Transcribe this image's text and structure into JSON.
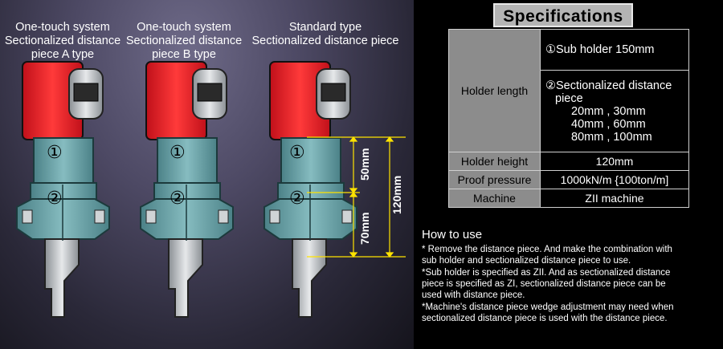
{
  "tools": [
    {
      "caption_lines": [
        "One-touch system",
        "Sectionalized distance",
        "piece A type"
      ]
    },
    {
      "caption_lines": [
        "One-touch system",
        "Sectionalized distance",
        "piece B type"
      ]
    },
    {
      "caption_lines": [
        "Standard type",
        "Sectionalized distance piece"
      ]
    }
  ],
  "labels": {
    "part1": "①",
    "part2": "②",
    "dim_50": "50mm",
    "dim_70": "70mm",
    "dim_120": "120mm"
  },
  "colors": {
    "holder_red": "#e8202a",
    "body_teal": "#6aa3a8",
    "dimension_yellow": "#ffe300"
  },
  "specifications": {
    "title": "Specifications",
    "holder_length_label": "Holder length",
    "holder_length_value1": "①Sub holder 150mm",
    "holder_length_value2_line1": "②Sectionalized distance",
    "holder_length_value2_line2": "piece",
    "holder_length_value2_line3": "20mm , 30mm",
    "holder_length_value2_line4": "40mm , 60mm",
    "holder_length_value2_line5": "80mm , 100mm",
    "holder_height_label": "Holder height",
    "holder_height_value": "120mm",
    "proof_pressure_label": "Proof pressure",
    "proof_pressure_value": "1000kN/m {100ton/m]",
    "machine_label": "Machine",
    "machine_value": "ZII machine"
  },
  "how_to_use": {
    "heading": "How to use",
    "items": [
      "* Remove the distance piece. And make the combination with\n  sub holder and sectionalized distance piece to use.",
      "*Sub holder is specified as ZII. And as sectionalized distance\n  piece is specified as ZI, sectionalized distance piece can be\n  used with distance piece.",
      "*Machine's  distance piece wedge adjustment may need when\n  sectionalized distance piece is used with the distance piece."
    ]
  }
}
